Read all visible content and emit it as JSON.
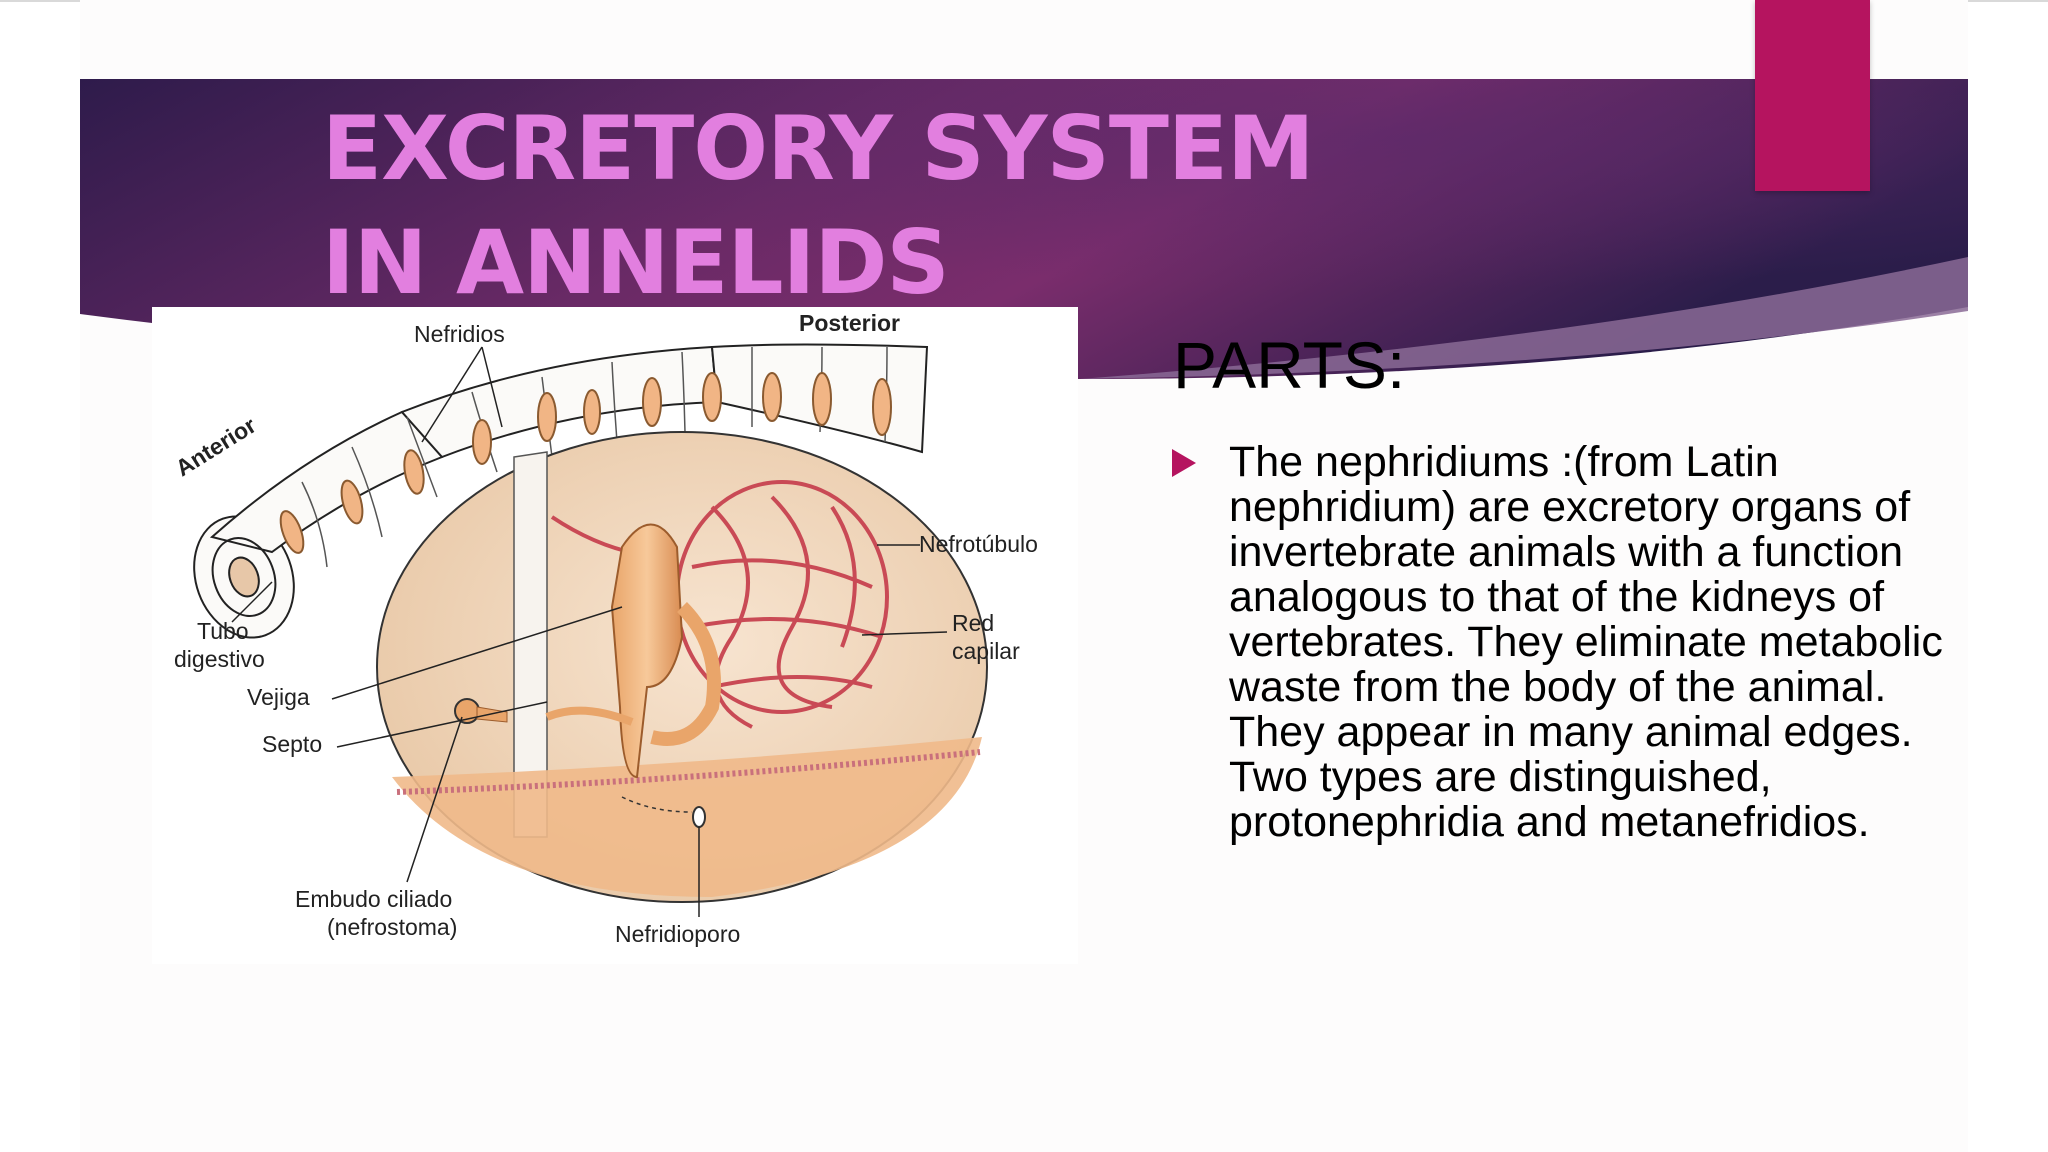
{
  "slide": {
    "title": "EXCRETORY SYSTEM IN ANNELIDS",
    "parts_heading": "PARTS:",
    "bullet_text": "The nephridiums :(from Latin nephridium) are excretory organs of invertebrate animals with a function analogous to that of the kidneys of vertebrates. They eliminate metabolic waste from the body of the animal. They appear in many animal edges. Two types are distinguished, protonephridia and metanefridios."
  },
  "figure": {
    "labels": {
      "nefridios": "Nefridios",
      "posterior": "Posterior",
      "anterior": "Anterior",
      "nefrotubulo": "Nefrotúbulo",
      "red_capilar_1": "Red",
      "red_capilar_2": "capilar",
      "tubo_digestivo_1": "Tubo",
      "tubo_digestivo_2": "digestivo",
      "vejiga": "Vejiga",
      "septo": "Septo",
      "embudo_1": "Embudo ciliado",
      "embudo_2": "(nefrostoma)",
      "nefridioporo": "Nefridioporo"
    }
  },
  "colors": {
    "accent": "#b5145f",
    "title": "#e27fdf",
    "banner_dark": "#2d1c4a",
    "banner_light": "#7a2d6c"
  }
}
